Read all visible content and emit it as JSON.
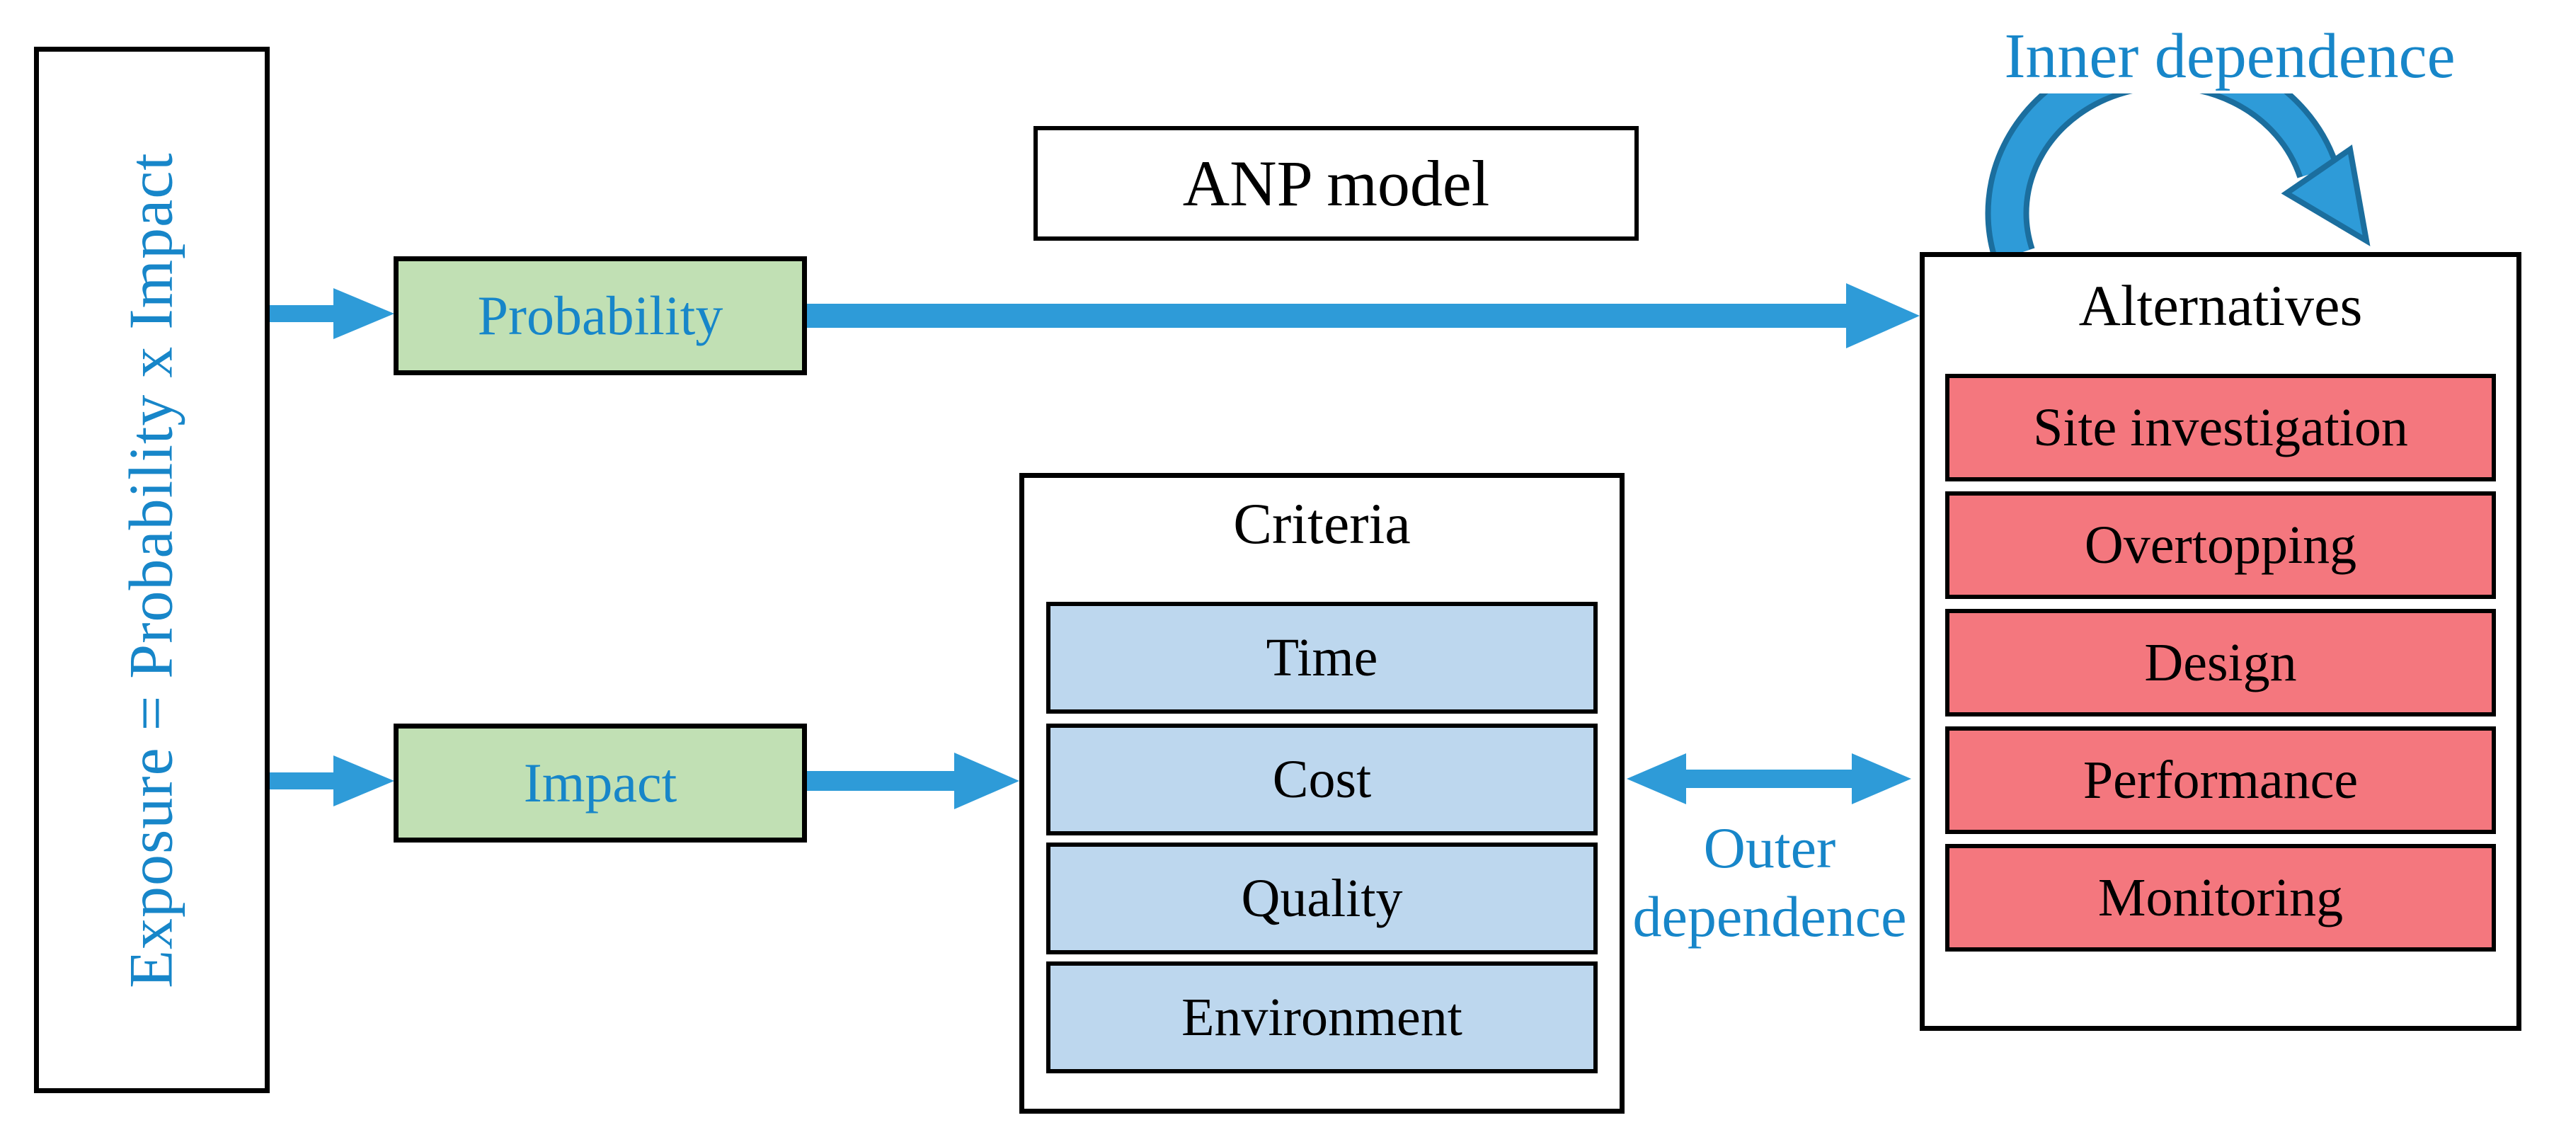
{
  "colors": {
    "arrow_blue": "#2E9BD8",
    "arc_outline": "#1B6E9E",
    "text_blue": "#1786C9",
    "box_green": "#C1E0B4",
    "box_light_blue": "#BDD7EE",
    "box_red": "#F4777E",
    "border_black": "#000000",
    "background": "#FFFFFF"
  },
  "exposure_box": {
    "label": "Exposure = Probability x Impact"
  },
  "anp_box": {
    "label": "ANP model"
  },
  "probability_box": {
    "label": "Probability"
  },
  "impact_box": {
    "label": "Impact"
  },
  "criteria": {
    "title": "Criteria",
    "items": [
      "Time",
      "Cost",
      "Quality",
      "Environment"
    ]
  },
  "alternatives": {
    "title": "Alternatives",
    "items": [
      "Site investigation",
      "Overtopping",
      "Design",
      "Performance",
      "Monitoring"
    ]
  },
  "annotations": {
    "inner_dependence": "Inner dependence",
    "outer_dependence": "Outer dependence"
  }
}
